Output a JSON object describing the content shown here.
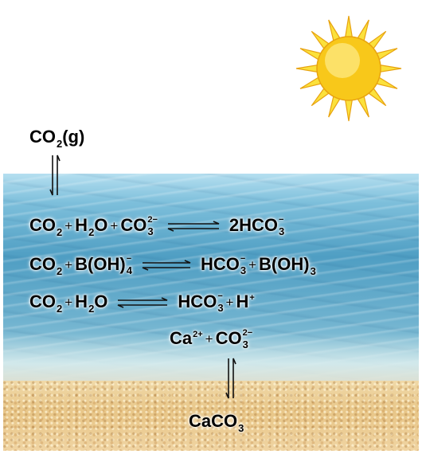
{
  "sun_colors": {
    "core": "#f8c81a",
    "rays": "#fbe13c",
    "ray_edge": "#e8a310"
  },
  "scene_colors": {
    "sea": "#4f9ec3",
    "sand": "#e8c688"
  },
  "eq_atmos": {
    "formula": "CO",
    "sub": "2",
    "phase": "(g)"
  },
  "eq1": {
    "co": "CO",
    "co_sub": "2",
    "plus1": "+",
    "h": "H",
    "h_sub": "2",
    "o": "O",
    "plus2": "+",
    "co3": "CO",
    "co3_sup": "2−",
    "co3_sub": "3",
    "product": "2HCO",
    "product_sup": "−",
    "product_sub": "3"
  },
  "eq2": {
    "co": "CO",
    "co_sub": "2",
    "plus1": "+",
    "boh": "B(OH)",
    "boh_sup": "−",
    "boh_sub": "4",
    "hco": "HCO",
    "hco_sup": "−",
    "hco_sub": "3",
    "plus2": "+",
    "boh3": "B(OH)",
    "boh3_sub": "3"
  },
  "eq3": {
    "co": "CO",
    "co_sub": "2",
    "plus1": "+",
    "h": "H",
    "h_sub": "2",
    "o": "O",
    "hco": "HCO",
    "hco_sup": "−",
    "hco_sub": "3",
    "plus2": "+",
    "hplus": "H",
    "hplus_sup": "+"
  },
  "eq4": {
    "ca": "Ca",
    "ca_sup": "2+",
    "plus": "+",
    "co3": "CO",
    "co3_sup": "2−",
    "co3_sub": "3"
  },
  "eq5": {
    "caco": "CaCO",
    "caco_sub": "3"
  }
}
